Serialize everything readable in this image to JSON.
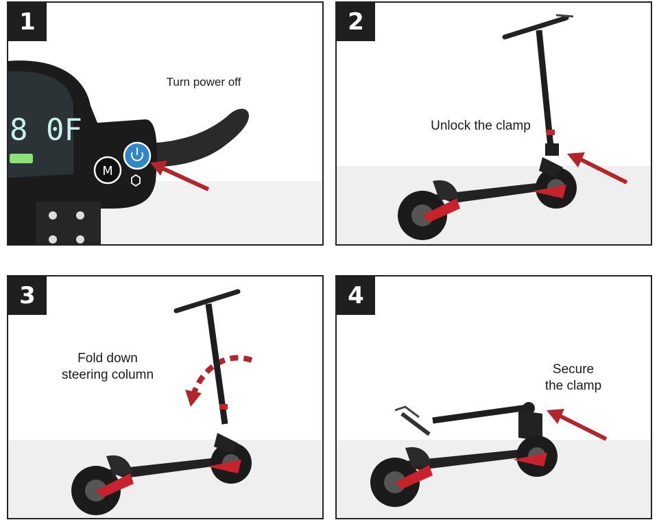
{
  "steps": [
    {
      "number": "1",
      "caption": "Turn power off",
      "display_text": "8 0F"
    },
    {
      "number": "2",
      "caption": "Unlock the clamp"
    },
    {
      "number": "3",
      "caption_line1": "Fold down",
      "caption_line2": "steering column"
    },
    {
      "number": "4",
      "caption_line1": "Secure",
      "caption_line2": "the clamp"
    }
  ],
  "buttons": {
    "mode_label": "M"
  },
  "colors": {
    "arrow": "#b3252b",
    "frame": "#1e1e1e",
    "accent_red": "#c8232c",
    "power_blue": "#2f86c8"
  }
}
